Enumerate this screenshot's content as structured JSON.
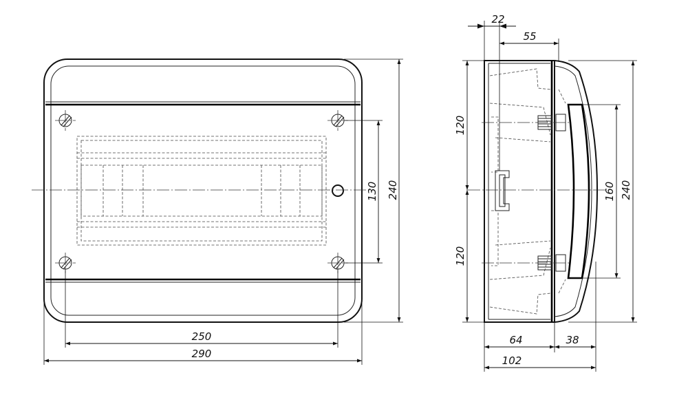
{
  "front_view": {
    "dim_250": "250",
    "dim_290": "290",
    "dim_130": "130",
    "dim_240": "240"
  },
  "side_view": {
    "dim_22": "22",
    "dim_55": "55",
    "dim_120_top": "120",
    "dim_120_bottom": "120",
    "dim_160": "160",
    "dim_240": "240",
    "dim_64": "64",
    "dim_38": "38",
    "dim_102": "102"
  }
}
